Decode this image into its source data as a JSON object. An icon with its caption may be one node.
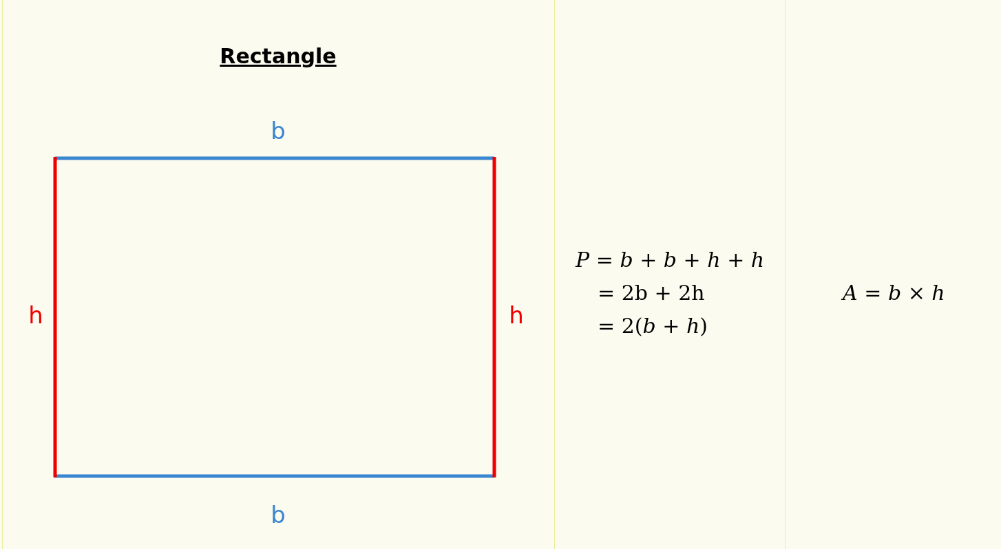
{
  "diagram": {
    "labels": [
      "Rectangle",
      "b",
      "h",
      "h",
      "b",
      "*P* = *b* + *b* + *h* + *h*",
      "= 2b + 2h",
      "= 2(*b* + *h*)",
      "*A* = *b* × *h*"
    ]
  }
}
